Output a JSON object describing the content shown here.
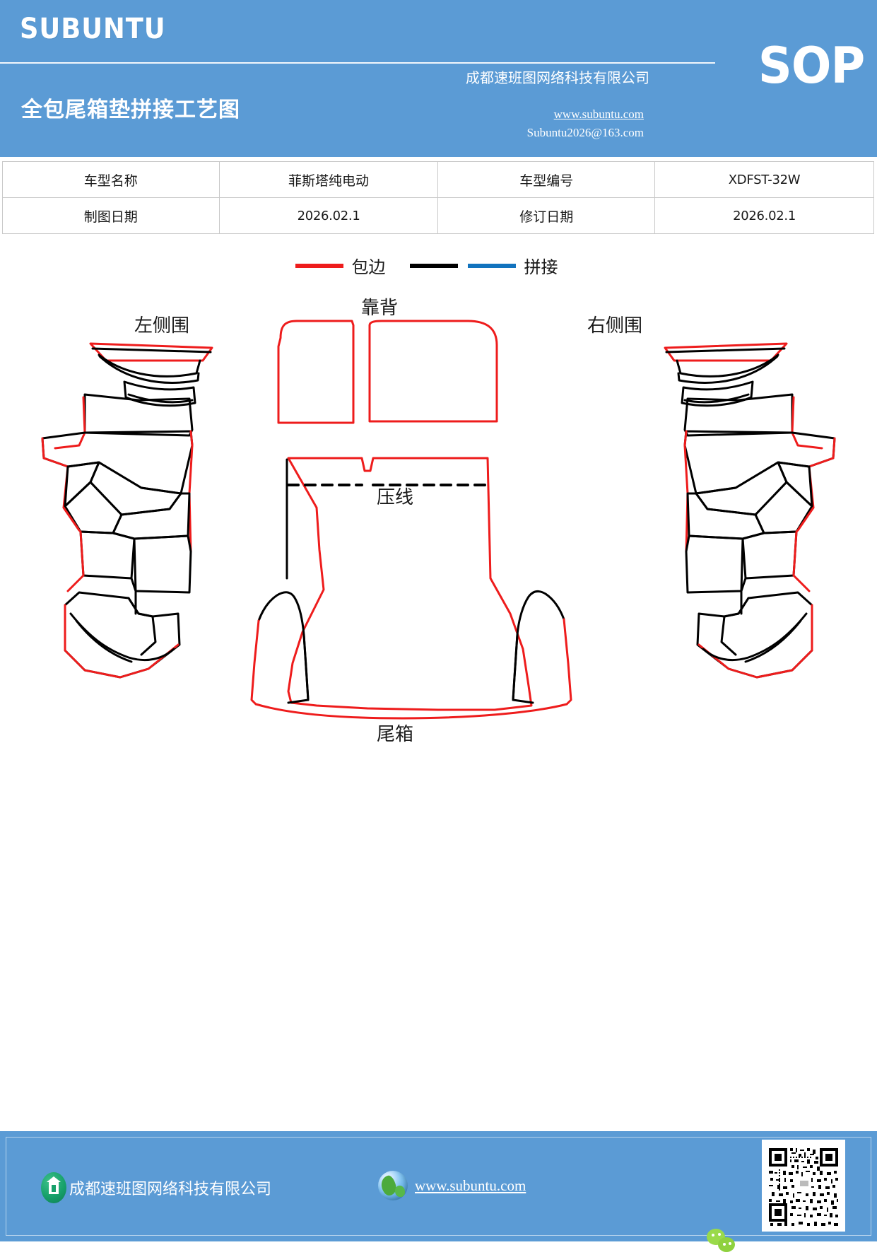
{
  "header": {
    "brand": "SUBUNTU",
    "doc_title": "全包尾箱垫拼接工艺图",
    "company": "成都速班图网络科技有限公司",
    "website": "www.subuntu.com",
    "email": "Subuntu2026@163.com",
    "badge": "SOP",
    "bg_color": "#5B9BD5"
  },
  "info_table": {
    "rows": [
      {
        "label1": "车型名称",
        "value1": "菲斯塔纯电动",
        "label2": "车型编号",
        "value2": "XDFST-32W"
      },
      {
        "label1": "制图日期",
        "value1": "2026.02.1",
        "label2": "修订日期",
        "value2": "2026.02.1"
      }
    ]
  },
  "legend": {
    "items": [
      {
        "label": "包边",
        "color": "#EE1C1C",
        "icon": "line-swatch-red"
      },
      {
        "label": "拼接",
        "color": "#000000",
        "icon": "line-swatch-black"
      },
      {
        "label": "",
        "color": "#1273BE",
        "icon": "line-swatch-blue"
      }
    ],
    "binding_label": "包边",
    "splice_label": "拼接"
  },
  "diagram": {
    "labels": {
      "left_side": "左侧围",
      "right_side": "右侧围",
      "backrest": "靠背",
      "crease_line": "压线",
      "trunk": "尾箱"
    },
    "colors": {
      "binding": "#EE1C1C",
      "splice": "#000000",
      "accent": "#1273BE"
    }
  },
  "footer": {
    "company": "成都速班图网络科技有限公司",
    "website": "www.subuntu.com",
    "icons": {
      "house": "house-icon",
      "globe": "globe-icon",
      "wechat": "wechat-icon",
      "qrcode": "qr-code"
    },
    "bg_color": "#5B9BD5"
  }
}
